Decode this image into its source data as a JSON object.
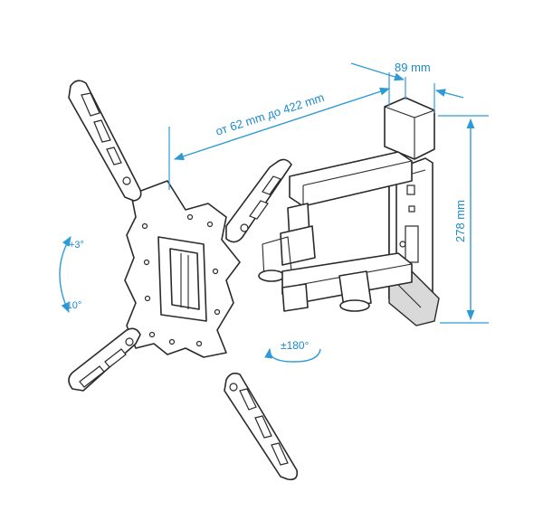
{
  "colors": {
    "dimension": "#2f9bd6",
    "line_art": "#2a2a2a",
    "background": "#ffffff"
  },
  "dimensions": {
    "width_range": "от 62 mm до 422 mm",
    "depth": "89 mm",
    "height": "278 mm",
    "tilt_up": "+3°",
    "tilt_down": "-10°",
    "swivel": "±180°"
  }
}
